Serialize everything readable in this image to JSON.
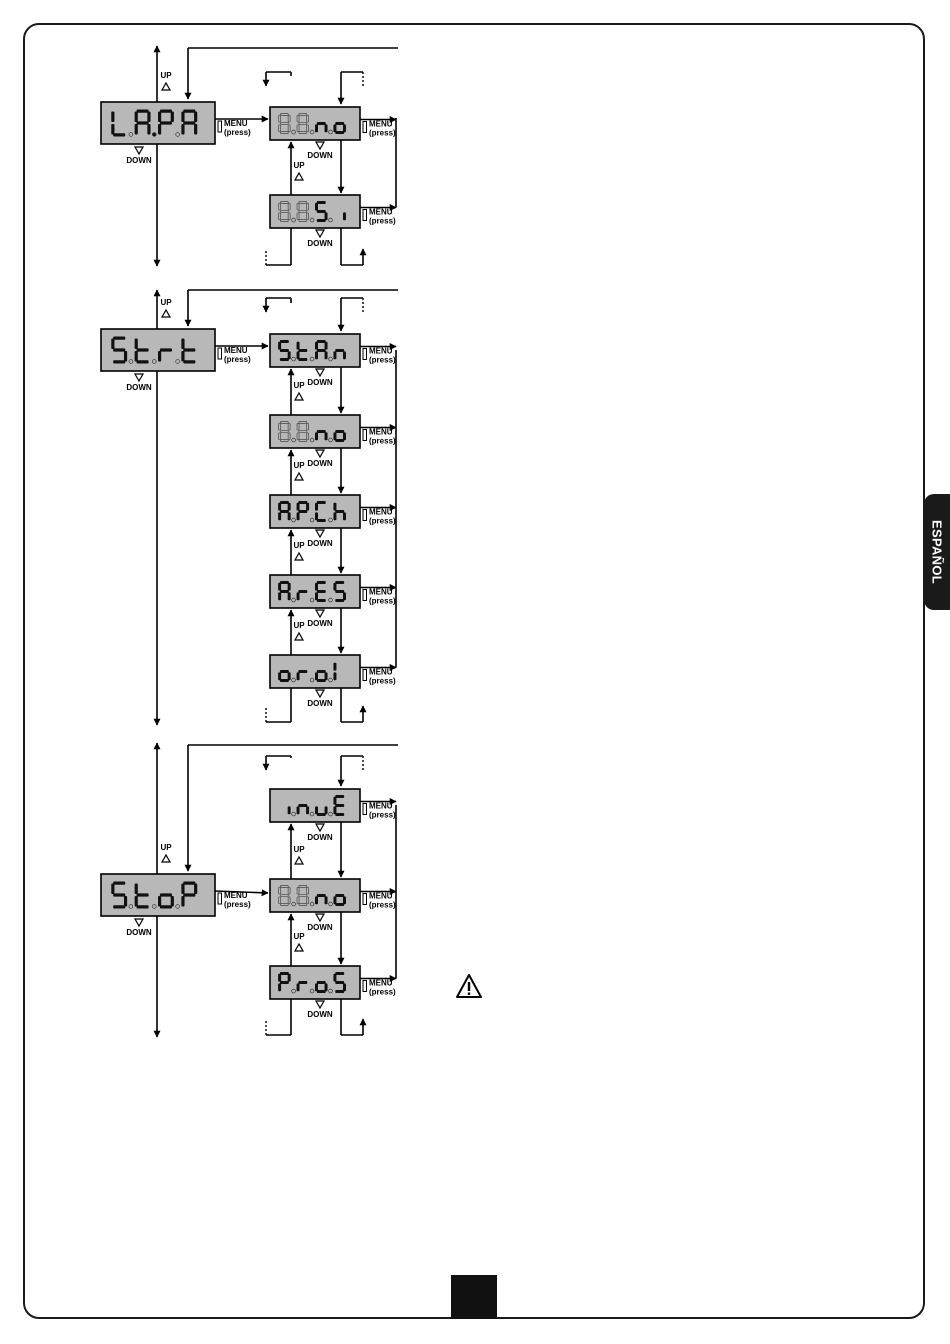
{
  "side_tab": {
    "label": "ESPAÑOL"
  },
  "labels": {
    "up": "UP",
    "down": "DOWN",
    "menu": "MENU",
    "press": "(press)"
  },
  "colors": {
    "display_bg": "#b8b8b8",
    "segment_on": "#111111",
    "segment_off": "#9a9a9a",
    "line": "#000000"
  },
  "sections": [
    {
      "id": "lapa",
      "main": "LA.PA",
      "options": [
        "no",
        "Si"
      ]
    },
    {
      "id": "strt",
      "main": "StrT",
      "options": [
        "StAn",
        "no",
        "APCh",
        "ArES",
        "orol"
      ]
    },
    {
      "id": "stop",
      "main": "StoP",
      "options": [
        "inuE",
        "no",
        "ProS"
      ]
    }
  ],
  "warning_icon": "warning-triangle-icon"
}
